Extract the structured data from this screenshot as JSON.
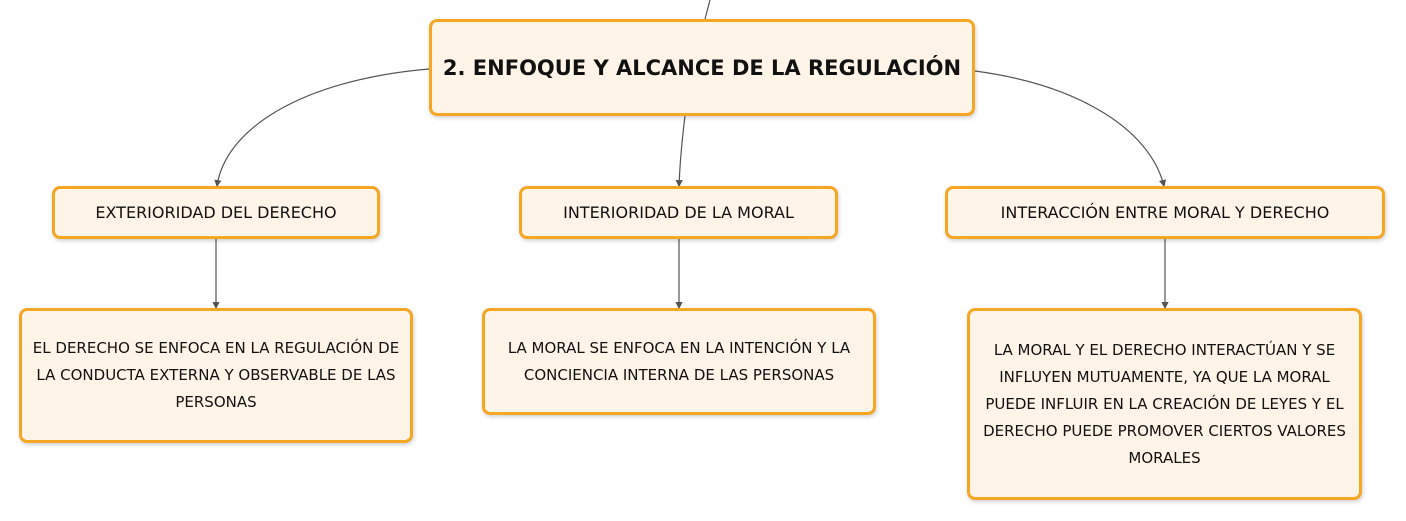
{
  "diagram": {
    "root": {
      "title": "2. ENFOQUE Y ALCANCE DE LA REGULACIÓN"
    },
    "branches": [
      {
        "label": "EXTERIORIDAD DEL DERECHO",
        "detail": "EL DERECHO SE ENFOCA EN LA REGULACIÓN DE LA CONDUCTA EXTERNA Y OBSERVABLE DE LAS PERSONAS"
      },
      {
        "label": "INTERIORIDAD DE LA MORAL",
        "detail": "LA MORAL SE ENFOCA EN LA INTENCIÓN Y LA CONCIENCIA INTERNA DE LAS PERSONAS"
      },
      {
        "label": "INTERACCIÓN ENTRE MORAL Y DERECHO",
        "detail": "LA MORAL Y EL DERECHO INTERACTÚAN Y SE INFLUYEN MUTUAMENTE, YA QUE LA MORAL PUEDE INFLUIR EN LA CREACIÓN DE LEYES Y EL DERECHO PUEDE PROMOVER CIERTOS VALORES MORALES"
      }
    ]
  },
  "colors": {
    "node_fill": "#fff4e8",
    "node_border": "#f5a623",
    "connector": "#555555"
  }
}
